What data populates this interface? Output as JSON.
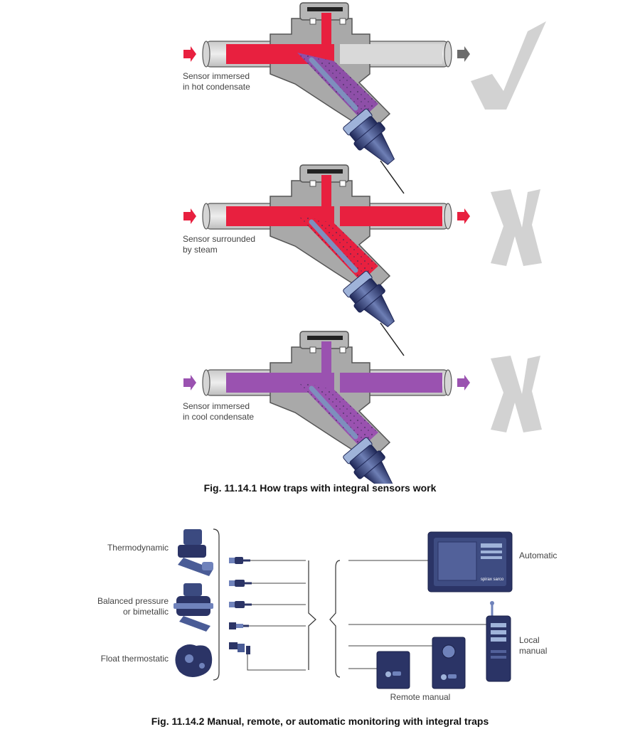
{
  "figure1": {
    "panels": [
      {
        "label_line1": "Sensor immersed",
        "label_line2": "in hot condensate",
        "status": "ok",
        "status_icon": "check-icon",
        "inlet_color": "#e8203f",
        "outlet_color": "#6b6b6b",
        "upper_fill": "#e8203f",
        "lower_fill": "#8e4fa8",
        "outlet_fill": "#d9d9d9"
      },
      {
        "label_line1": "Sensor surrounded",
        "label_line2": "by steam",
        "status": "fail",
        "status_icon": "cross-icon",
        "inlet_color": "#e8203f",
        "outlet_color": "#e8203f",
        "upper_fill": "#e8203f",
        "lower_fill": "#e8203f",
        "outlet_fill": "#e8203f"
      },
      {
        "label_line1": "Sensor immersed",
        "label_line2": "in cool condensate",
        "status": "fail",
        "status_icon": "cross-icon",
        "inlet_color": "#9a52b0",
        "outlet_color": "#9a52b0",
        "upper_fill": "#9a52b0",
        "lower_fill": "#9a52b0",
        "outlet_fill": "#9a52b0"
      }
    ],
    "caption": "Fig. 11.14.1 How traps with integral sensors work"
  },
  "figure2": {
    "trap_types": [
      {
        "line1": "Thermodynamic",
        "line2": ""
      },
      {
        "line1": "Balanced pressure",
        "line2": "or bimetallic"
      },
      {
        "line1": "Float thermostatic",
        "line2": ""
      }
    ],
    "monitors": {
      "automatic": "Automatic",
      "local_line1": "Local",
      "local_line2": "manual",
      "remote": "Remote manual",
      "brand": "spirax sarco"
    },
    "caption": "Fig. 11.14.2 Manual, remote, or automatic monitoring with integral traps"
  },
  "colors": {
    "steam": "#e8203f",
    "condensate": "#8e4fa8",
    "body_grey": "#a9a9a9",
    "navy": "#2b3466",
    "mark_grey": "#d2d2d2"
  }
}
